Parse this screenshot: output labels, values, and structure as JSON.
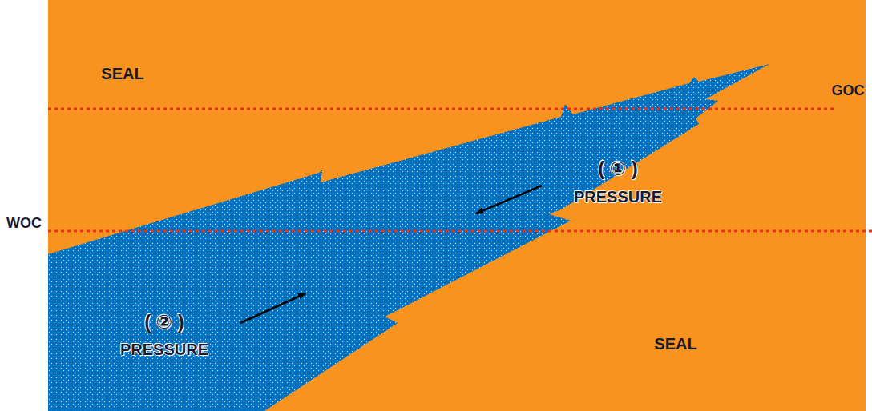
{
  "diagram": {
    "labels": [
      "SEAL",
      "GOC",
      "WOC",
      "( ① )",
      "PRESSURE",
      "( ② )",
      "PRESSURE",
      "SEAL"
    ]
  }
}
